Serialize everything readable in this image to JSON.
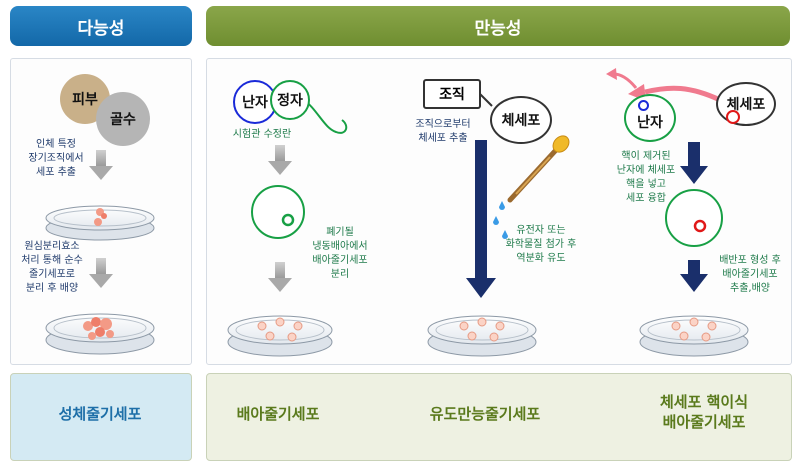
{
  "headers": {
    "multipotent": "다능성",
    "pluripotent": "만능성"
  },
  "adult": {
    "skin": "피부",
    "marrow": "골수",
    "step1": [
      "인체 특정",
      "장기조직에서",
      "세포 추출"
    ],
    "step2": [
      "원심분리효소",
      "처리 통해 순수",
      "줄기세포로",
      "분리 후 배양"
    ],
    "result": "성체줄기세포"
  },
  "embryonic": {
    "egg": "난자",
    "sperm": "정자",
    "step1": "시험관 수정란",
    "step2": [
      "폐기될",
      "냉동배아에서",
      "배아줄기세포",
      "분리"
    ],
    "result": "배아줄기세포"
  },
  "ips": {
    "tissue": "조직",
    "somatic": "체세포",
    "step1": [
      "조직으로부터",
      "체세포 추출"
    ],
    "step2": [
      "유전자 또는",
      "화학물질 첨가 후",
      "역분화 유도"
    ],
    "result": "유도만능줄기세포"
  },
  "scnt": {
    "somatic": "체세포",
    "egg": "난자",
    "step1": [
      "핵이 제거된",
      "난자에 체세포",
      "핵을 넣고",
      "세포 융합"
    ],
    "step2": [
      "배반포 형성 후",
      "배아줄기세포",
      "추출,배양"
    ],
    "result": [
      "체세포 핵이식",
      "배아줄기세포"
    ]
  },
  "colors": {
    "header_left": "#1a74b5",
    "header_right": "#7b9a3a",
    "navy_arrow": "#1a2f6b",
    "green_cell": "#18a045",
    "red_nucleus": "#e01818",
    "blue_nucleus": "#1a2ad8"
  }
}
